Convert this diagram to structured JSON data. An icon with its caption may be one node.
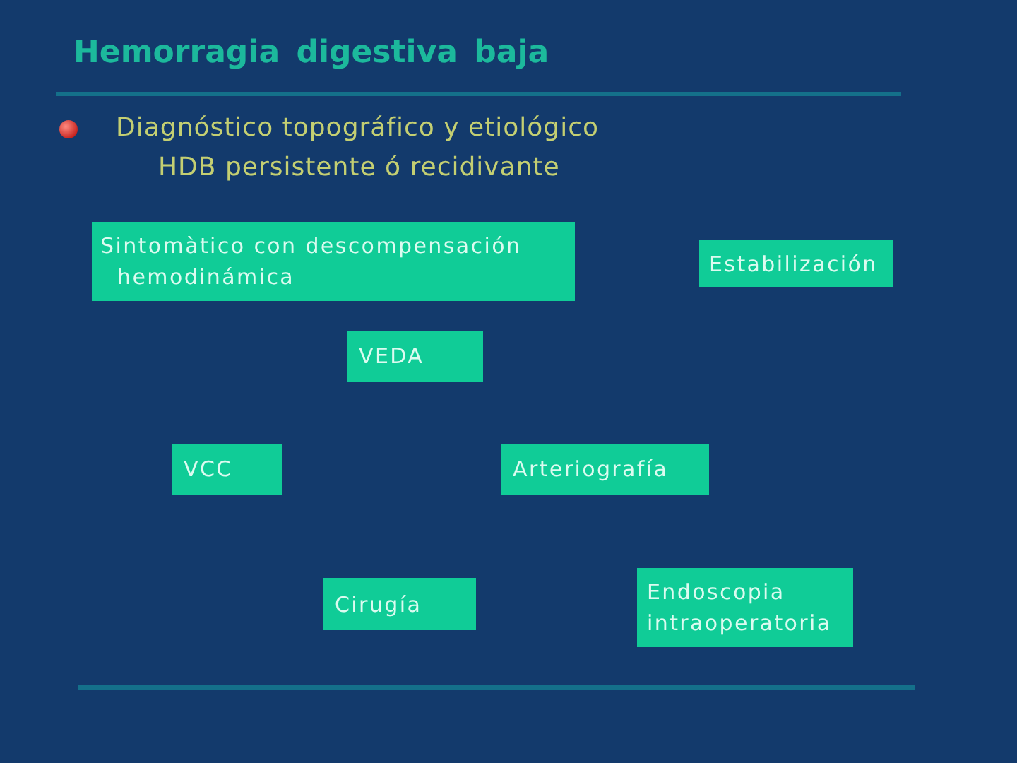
{
  "diagram": {
    "title": "Hemorragia digestiva baja",
    "nodes": [
      {
        "text": [
          "Sintomàtico con descompensación hemodinámica"
        ]
      },
      {
        "text": [
          "Estabilización"
        ]
      },
      {
        "text": [
          "VEDA"
        ]
      },
      {
        "text": [
          "VCC"
        ]
      },
      {
        "text": [
          "Arteriografía"
        ]
      },
      {
        "text": [
          "Cirugía"
        ]
      },
      {
        "text": [
          "Endoscopia intraoperatoria"
        ]
      }
    ],
    "labels": [
      "Diagnóstico topográfico y etiológico",
      "HDB persistente ó recidivante"
    ]
  }
}
